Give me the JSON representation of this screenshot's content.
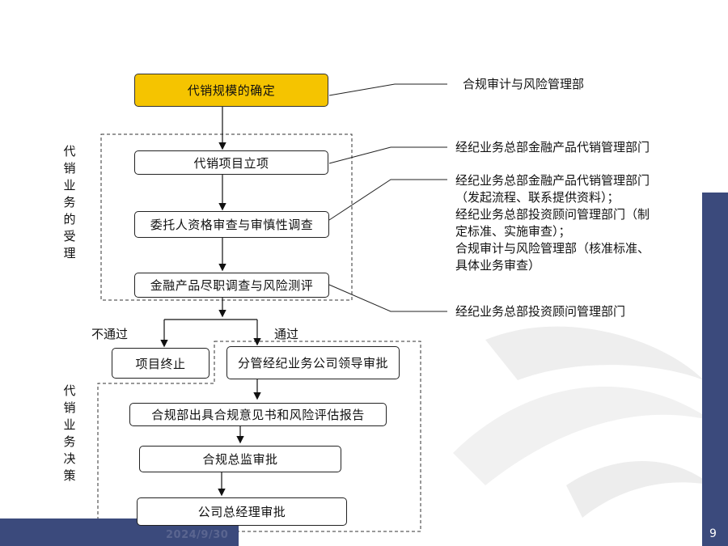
{
  "nodes": {
    "scale_confirm": "代销规模的确定",
    "project_initiation": "代销项目立项",
    "client_review": "委托人资格审查与审慎性调查",
    "due_diligence": "金融产品尽职调查与风险测评",
    "project_terminate": "项目终止",
    "branch_leader_approval": "分管经纪业务公司领导审批",
    "compliance_report": "合规部出具合规意见书和风险评估报告",
    "compliance_director": "合规总监审批",
    "general_manager": "公司总经理审批"
  },
  "branches": {
    "fail": "不通过",
    "pass": "通过"
  },
  "stages": {
    "acceptance": "代销业务的受理",
    "decision": "代销业务决策"
  },
  "responsible": {
    "scale": "合规审计与风险管理部",
    "initiation": "经纪业务总部金融产品代销管理部门",
    "review_lines": [
      "经纪业务总部金融产品代销管理部门",
      "（发起流程、联系提供资料）；",
      "经纪业务总部投资顾问管理部门（制",
      "定标准、实施审查）；",
      "合规审计与风险管理部（核准标准、",
      "具体业务审查）"
    ],
    "due_diligence": "经纪业务总部投资顾问管理部门"
  },
  "footer": {
    "date": "2024/9/30",
    "page": "9"
  },
  "colors": {
    "highlight": "#f5c400",
    "navy": "#3b4a7c"
  }
}
